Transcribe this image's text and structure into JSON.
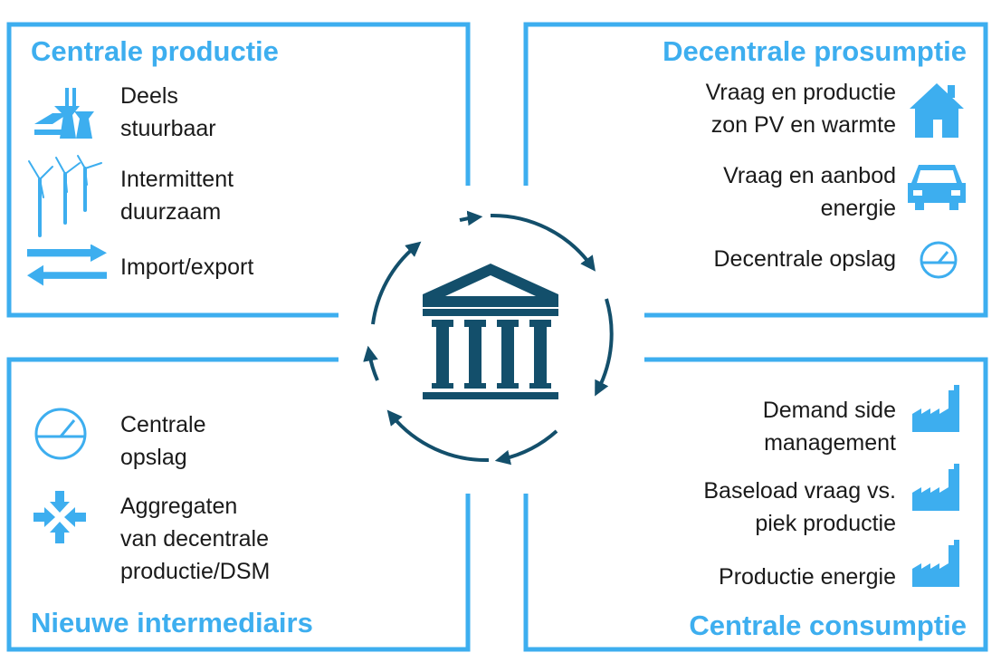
{
  "colors": {
    "accent": "#3daeef",
    "dark": "#134f6b",
    "text": "#1a1a1a"
  },
  "quadrants": {
    "top_left": {
      "title": "Centrale productie",
      "items": [
        {
          "label": "Deels\nstuurbaar",
          "icon": "power-plant-icon"
        },
        {
          "label": "Intermittent\nduurzaam",
          "icon": "wind-turbines-icon"
        },
        {
          "label": "Import/export",
          "icon": "import-export-arrows-icon"
        }
      ]
    },
    "top_right": {
      "title": "Decentrale prosumptie",
      "items": [
        {
          "label": "Vraag en productie\nzon PV en warmte",
          "icon": "house-icon"
        },
        {
          "label": "Vraag en aanbod\nenergie",
          "icon": "car-icon"
        },
        {
          "label": "Decentrale opslag",
          "icon": "gauge-icon"
        }
      ]
    },
    "bottom_left": {
      "title": "Nieuwe intermediairs",
      "items": [
        {
          "label": "Centrale\nopslag",
          "icon": "gauge-icon"
        },
        {
          "label": "Aggregaten\nvan decentrale\nproductie/DSM",
          "icon": "aggregate-arrows-icon"
        }
      ]
    },
    "bottom_right": {
      "title": "Centrale consumptie",
      "items": [
        {
          "label": "Demand side\nmanagement",
          "icon": "factory-icon"
        },
        {
          "label": "Baseload vraag vs.\npiek productie",
          "icon": "factory-icon"
        },
        {
          "label": "Productie energie",
          "icon": "factory-icon"
        }
      ]
    }
  },
  "center": {
    "icon": "government-building-icon",
    "cycle": "cycle-arrows-icon"
  }
}
